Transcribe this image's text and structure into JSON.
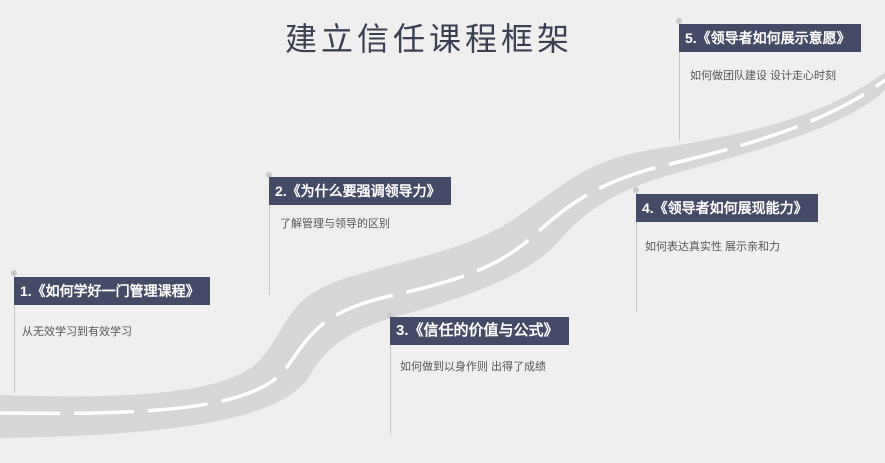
{
  "title": "建立信任课程框架",
  "milestones": [
    {
      "label": "1.《如何学好一门管理课程》",
      "desc": "从无效学习到有效学习"
    },
    {
      "label": "2.《为什么要强调领导力》",
      "desc": "了解管理与领导的区别"
    },
    {
      "label": "3.《信任的价值与公式》",
      "desc": "如何做到以身作则 出得了成绩"
    },
    {
      "label": "4.《领导者如何展现能力》",
      "desc": "如何表达真实性 展示亲和力"
    },
    {
      "label": "5.《领导者如何展示意愿》",
      "desc": "如何做团队建设 设计走心时刻"
    }
  ],
  "colors": {
    "label_bg": "#454b66",
    "road": "#d6d6d6",
    "road_marking": "#ffffff",
    "background": "#efefef"
  }
}
